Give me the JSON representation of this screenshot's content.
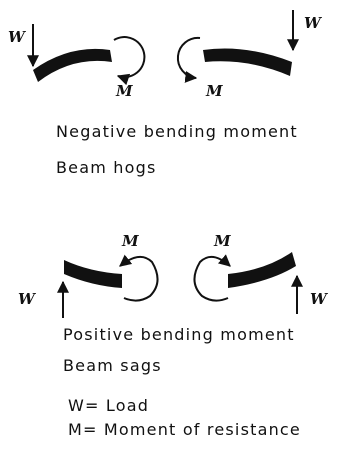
{
  "top_panel": {
    "load_symbol": "W",
    "moment_symbol": "M",
    "caption_line1": "Negative bending moment",
    "caption_line2": "Beam hogs"
  },
  "bottom_panel": {
    "load_symbol": "W",
    "moment_symbol": "M",
    "caption_line1": "Positive bending moment",
    "caption_line2": "Beam sags"
  },
  "legend": {
    "line1": "W= Load",
    "line2": "M= Moment of resistance"
  },
  "colors": {
    "ink": "#111111",
    "background": "#ffffff"
  }
}
